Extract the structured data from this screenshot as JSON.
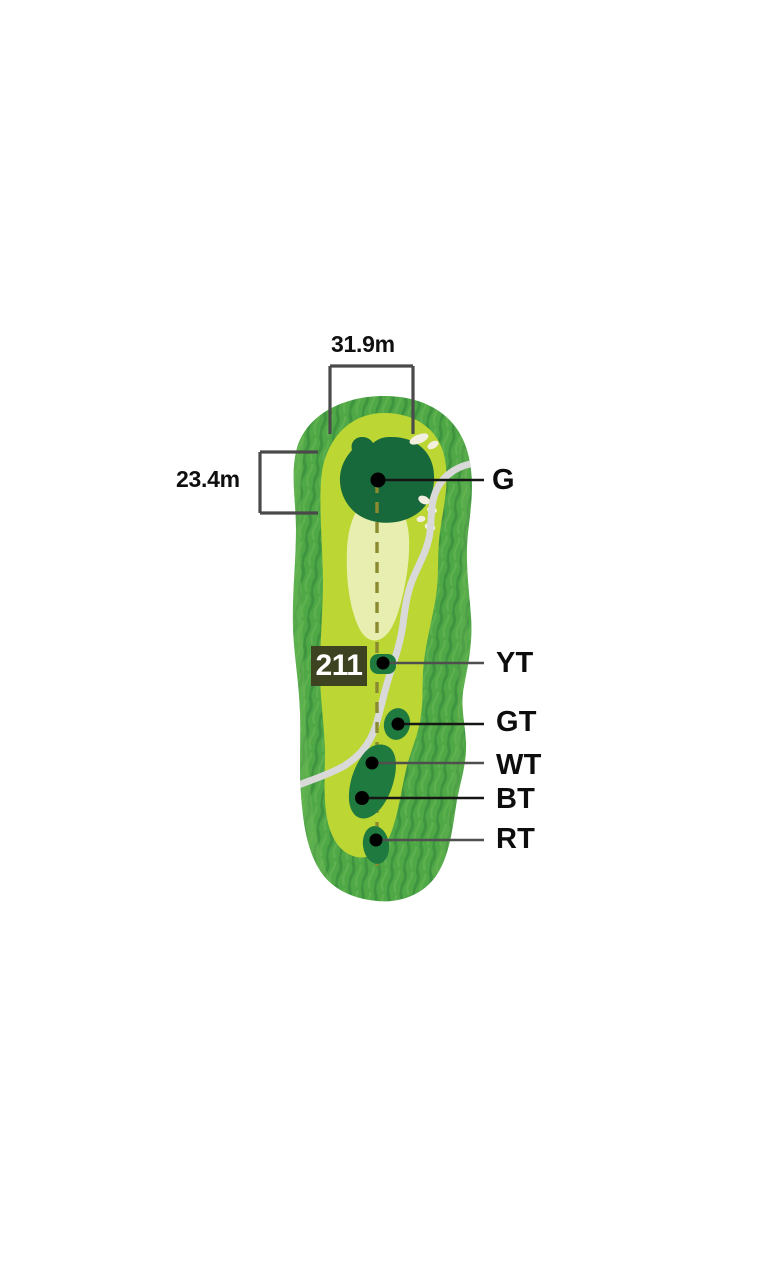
{
  "diagram": {
    "type": "golf-hole-layout",
    "colors": {
      "rough": "#4fa846",
      "rough_texture": "#3f9440",
      "rough_light": "#6cb755",
      "fairway": "#bcd634",
      "approach": "#e8eeb0",
      "green": "#1f7a3f",
      "green_dark": "#17683a",
      "tee_box": "#1f7a3f",
      "bunker": "#f2efe0",
      "cart_path": "#d9d9d9",
      "center_line": "#8a8a30",
      "badge_bg": "#3d4320",
      "badge_text": "#ffffff",
      "label_text": "#0d0d0d",
      "bracket": "#4a4a4a",
      "leader_line": "#161616",
      "dot": "#000000",
      "background": "#ffffff"
    }
  },
  "dimensions": {
    "green_width": {
      "value": "31.9m",
      "orientation": "horizontal",
      "position": "top"
    },
    "green_depth": {
      "value": "23.4m",
      "orientation": "vertical",
      "position": "left"
    }
  },
  "yardage": {
    "value": "211",
    "tee": "YT"
  },
  "markers": [
    {
      "id": "G",
      "label": "G",
      "name": "green"
    },
    {
      "id": "YT",
      "label": "YT",
      "name": "yellow-tee"
    },
    {
      "id": "GT",
      "label": "GT",
      "name": "gold-tee"
    },
    {
      "id": "WT",
      "label": "WT",
      "name": "white-tee"
    },
    {
      "id": "BT",
      "label": "BT",
      "name": "blue-tee"
    },
    {
      "id": "RT",
      "label": "RT",
      "name": "red-tee"
    }
  ]
}
